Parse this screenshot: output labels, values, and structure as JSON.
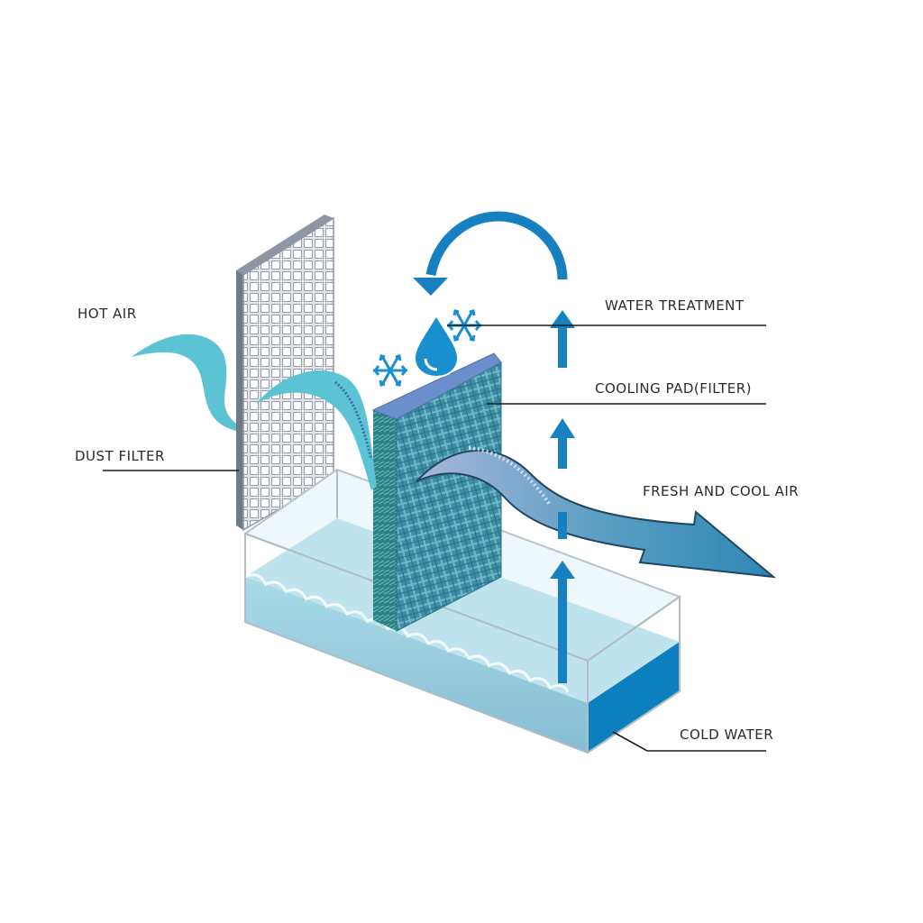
{
  "labels": {
    "hot_air": "HOT AIR",
    "dust_filter": "DUST FILTER",
    "water_treatment": "WATER TREATMENT",
    "cooling_pad": "COOLING PAD(FILTER)",
    "fresh_cool_air": "FRESH AND COOL AIR",
    "cold_water": "COLD WATER"
  },
  "colors": {
    "hot_air_wave": "#5bc3d3",
    "arrow_blue": "#1680c0",
    "water": "#8fc9dd",
    "water_dark": "#0c7fbf",
    "pad_front": "#4a8fa8",
    "pad_top": "#5f83c0",
    "pad_side": "#2f8a8a",
    "filter_grid": "#b6bcc7",
    "fresh_air_arrow": "#3f93b9"
  }
}
